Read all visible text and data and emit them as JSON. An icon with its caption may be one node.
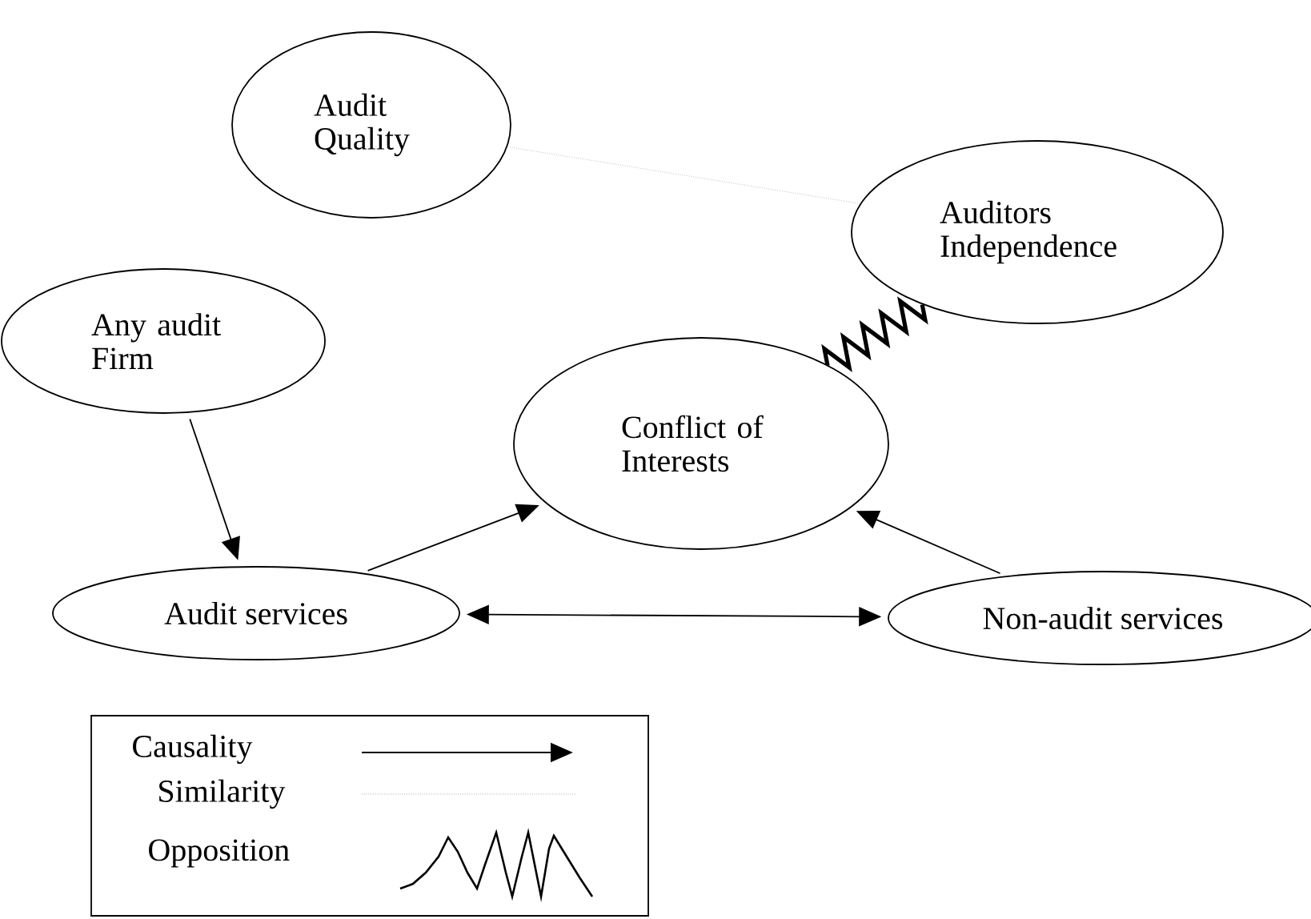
{
  "diagram": {
    "nodes": [
      {
        "text": [
          "Audit Quality"
        ]
      },
      {
        "text": [
          "Auditors Independence"
        ]
      },
      {
        "text": [
          "Any audit Firm"
        ]
      },
      {
        "text": [
          "Conflict of Interests"
        ]
      },
      {
        "text": [
          "Audit services"
        ]
      },
      {
        "text": [
          "Non-audit services"
        ]
      }
    ],
    "edges": [
      {
        "from": 0,
        "to": 1,
        "arrow": "none",
        "style": "dashed",
        "color": "#999999"
      },
      {
        "from": 1,
        "to": 3,
        "arrow": "none",
        "style": "thick"
      },
      {
        "from": 2,
        "to": 4,
        "arrow": "to"
      },
      {
        "from": 4,
        "to": 3,
        "arrow": "to"
      },
      {
        "from": 5,
        "to": 3,
        "arrow": "to"
      },
      {
        "from": 4,
        "to": 5,
        "arrow": "both"
      }
    ],
    "legend": [
      {
        "text": "Causality"
      },
      {
        "text": "Similarity"
      },
      {
        "text": "Opposition"
      }
    ]
  }
}
